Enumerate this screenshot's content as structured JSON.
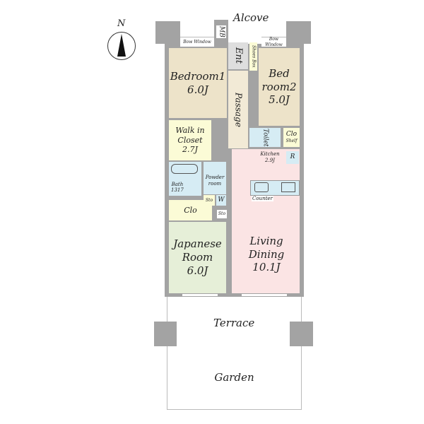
{
  "compass": {
    "label": "N"
  },
  "labels": {
    "alcove": "Alcove",
    "mb": "MB",
    "bow_window_left": "Bow Window",
    "bow_window_right": "Bow Window",
    "entrance": "Ent",
    "shoes_box": "Shoes Box",
    "passage": "Passage",
    "bedroom1_name": "Bedroom1",
    "bedroom1_size": "6.0J",
    "bedroom2_name_1": "Bed",
    "bedroom2_name_2": "room2",
    "bedroom2_size": "5.0J",
    "walkin_1": "Walk in",
    "walkin_2": "Closet",
    "walkin_size": "2.7J",
    "toilet": "Toilet",
    "clo_right": "Clo",
    "shelf": "Shelf",
    "kitchen": "Kitchen",
    "kitchen_size": "2.9J",
    "refrigerator": "R",
    "counter": "Counter",
    "bath": "Bath",
    "bath_size": "1317",
    "powder_1": "Powder",
    "powder_2": "room",
    "sto1": "Sto",
    "sto2": "Sto",
    "washer": "W",
    "clo_left": "Clo",
    "japanese_1": "Japanese",
    "japanese_2": "Room",
    "japanese_size": "6.0J",
    "living_1": "Living",
    "living_2": "Dining",
    "living_size": "10.1J",
    "terrace": "Terrace",
    "garden": "Garden"
  },
  "colors": {
    "wall": "#a3a3a3",
    "bedroom": "#ede3c9",
    "closet": "#fbfbd6",
    "wet": "#d6ecf4",
    "japanese": "#e6efd8",
    "living": "#fbe4e4",
    "entrance": "#dedede"
  }
}
